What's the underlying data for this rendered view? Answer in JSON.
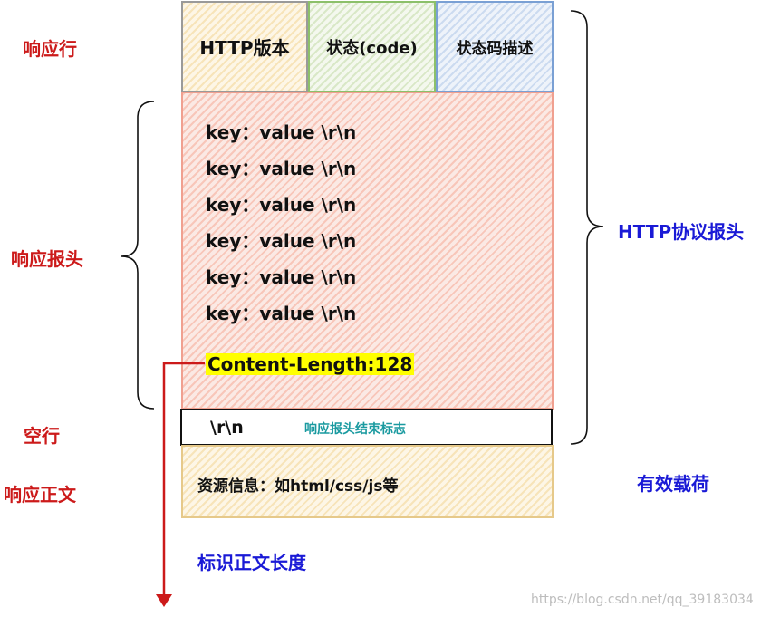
{
  "left_labels": {
    "status_line": "响应行",
    "headers": "响应报头",
    "blank_line": "空行",
    "body": "响应正文"
  },
  "right_labels": {
    "http_headers": "HTTP协议报头",
    "payload": "有效载荷"
  },
  "status_line": {
    "version": "HTTP版本",
    "code": "状态(code)",
    "description": "状态码描述"
  },
  "headers": {
    "lines": [
      "key：value \\r\\n",
      "key：value \\r\\n",
      "key：value \\r\\n",
      "key：value \\r\\n",
      "key：value \\r\\n",
      "key：value \\r\\n"
    ],
    "content_length": "Content-Length:128"
  },
  "blank_line": {
    "text": "\\r\\n",
    "note": "响应报头结束标志"
  },
  "body": {
    "text": "资源信息：如html/css/js等"
  },
  "arrow_label": "标识正文长度",
  "watermark": "https://blog.csdn.net/qq_39183034",
  "colors": {
    "label_red": "#cc1a1a",
    "label_blue": "#1a1ad6",
    "note_teal": "#1a9aa0",
    "arrow_red": "#cc1a1a",
    "highlight_yellow": "#ffff00"
  }
}
